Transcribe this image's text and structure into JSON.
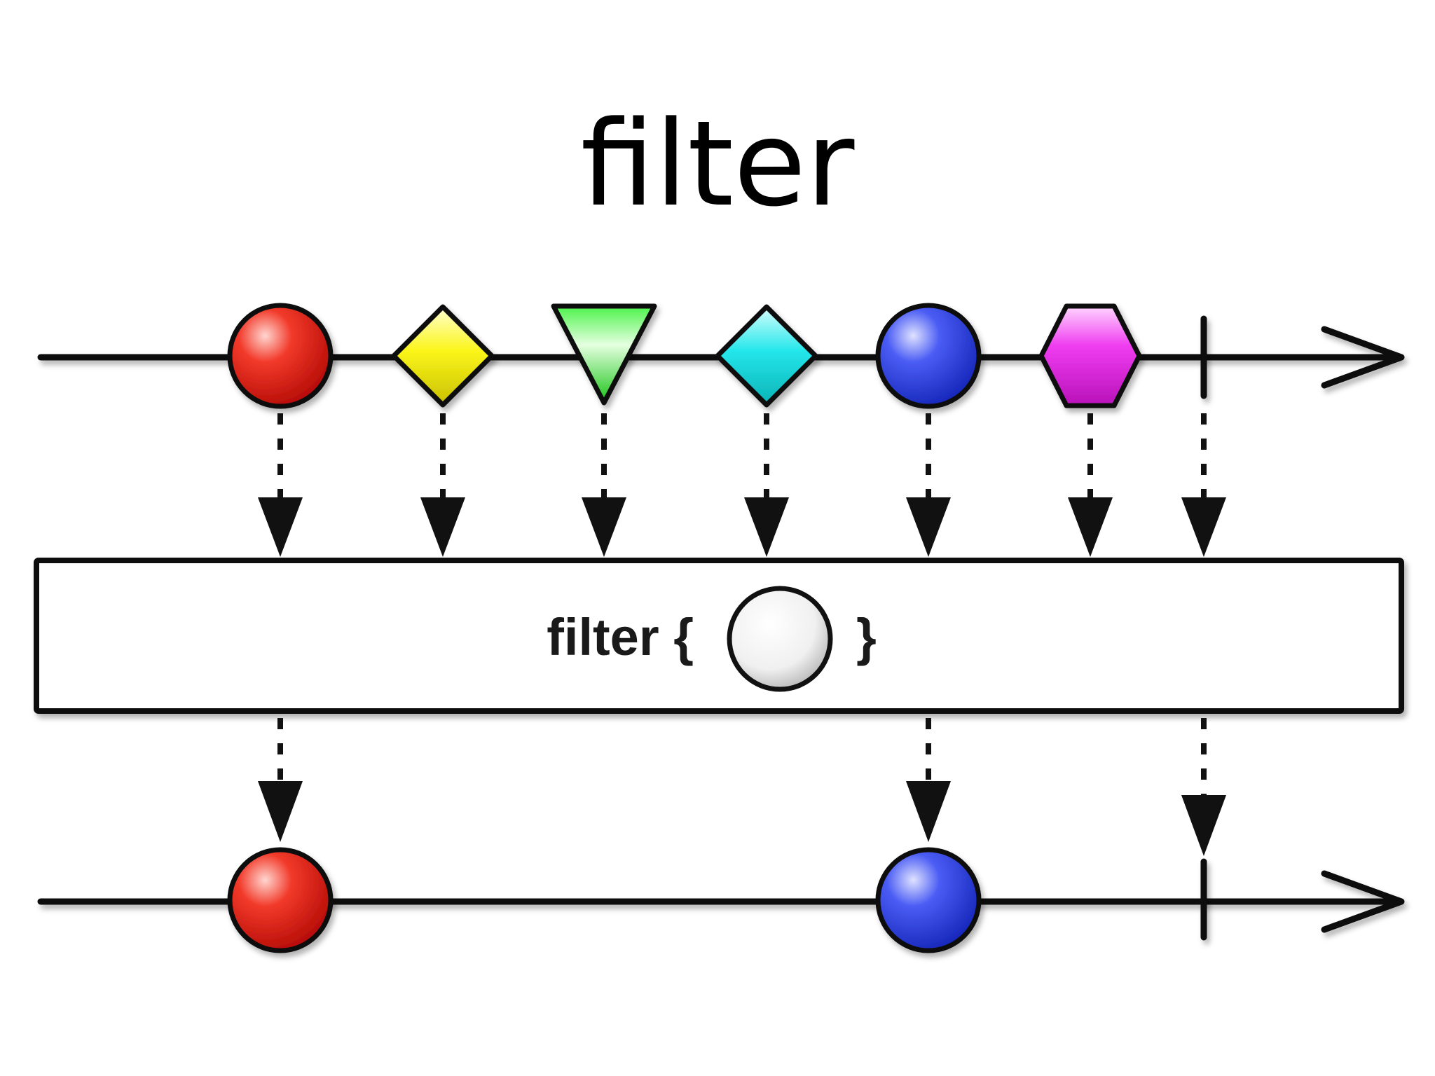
{
  "title": "filter",
  "operator": {
    "label": "filter {",
    "closing": "}",
    "predicate_icon": "white-circle-icon"
  },
  "colors": {
    "red": "#e3120b",
    "yellow": "#fbf51a",
    "green": "#22e21f",
    "cyan": "#24e6ea",
    "blue": "#1f3be8",
    "magenta": "#ef3cf0",
    "stroke": "#000000"
  },
  "input_stream": {
    "items": [
      {
        "shape": "circle",
        "color": "red",
        "icon": "red-circle-icon"
      },
      {
        "shape": "diamond",
        "color": "yellow",
        "icon": "yellow-diamond-icon"
      },
      {
        "shape": "triangle",
        "color": "green",
        "icon": "green-triangle-icon"
      },
      {
        "shape": "diamond",
        "color": "cyan",
        "icon": "cyan-diamond-icon"
      },
      {
        "shape": "circle",
        "color": "blue",
        "icon": "blue-circle-icon"
      },
      {
        "shape": "hexagon",
        "color": "magenta",
        "icon": "magenta-hexagon-icon"
      }
    ],
    "completes": true
  },
  "output_stream": {
    "items": [
      {
        "shape": "circle",
        "color": "red",
        "icon": "red-circle-icon"
      },
      {
        "shape": "circle",
        "color": "blue",
        "icon": "blue-circle-icon"
      }
    ],
    "completes": true
  }
}
